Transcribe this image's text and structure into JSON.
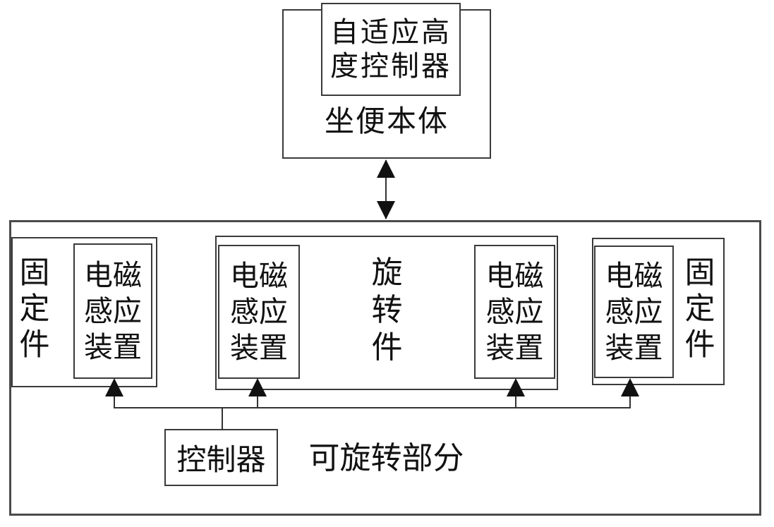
{
  "figure": {
    "type": "block-diagram",
    "background_color": "#ffffff",
    "line_color": "#333333",
    "border_color": "#3a3a3a",
    "arrow_color": "#111111",
    "text_color": "#111111",
    "top_unit": {
      "box_label": "坐便本体",
      "inner_box_label": "自适应高\n度控制器"
    },
    "link": {
      "style": "double-headed-vertical-arrow"
    },
    "rotatable_section": {
      "section_label": "可旋转部分",
      "fixed_part_left_label": "固\n定\n件",
      "fixed_part_right_label": "固\n定\n件",
      "rotating_part_label": "旋\n转\n件",
      "emi_device_1_label": "电磁\n感应\n装置",
      "emi_device_2_label": "电磁\n感应\n装置",
      "emi_device_3_label": "电磁\n感应\n装置",
      "emi_device_4_label": "电磁\n感应\n装置",
      "controller_label": "控制器"
    }
  }
}
